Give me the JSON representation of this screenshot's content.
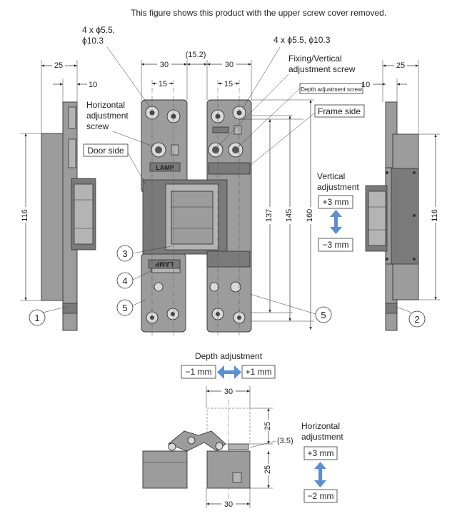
{
  "header": {
    "note": "This figure shows this product with the upper screw cover removed."
  },
  "callouts": {
    "holes_left_line1": "4 x ϕ5.5,",
    "holes_left_line2": "ϕ10.3",
    "holes_right": "4 x ϕ5.5, ϕ10.3",
    "fixing_line1": "Fixing/Vertical",
    "fixing_line2": "adjustment screw",
    "depth_screw": "Depth adjustment screw",
    "horiz_screw_line1": "Horizontal",
    "horiz_screw_line2": "adjustment",
    "horiz_screw_line3": "screw",
    "door_side": "Door side",
    "frame_side": "Frame side",
    "vertical_line1": "Vertical",
    "vertical_line2": "adjustment",
    "vertical_plus": "+3 mm",
    "vertical_minus": "−3 mm"
  },
  "dimensions": {
    "d25_left": "25",
    "d10_left": "10",
    "d116_left": "116",
    "d30_top_left": "30",
    "d15_left": "15",
    "d15_2": "(15.2)",
    "d30_top_right": "30",
    "d15_right": "15",
    "d137": "137",
    "d145": "145",
    "d160": "160",
    "d25_right": "25",
    "d10_right": "10",
    "d116_right": "116",
    "d30_bottom_top": "30",
    "d25_bottom_upper": "25",
    "d3_5": "(3.5)",
    "d25_bottom_lower": "25",
    "d30_bottom_bottom": "30"
  },
  "parts": {
    "p1": "1",
    "p2": "2",
    "p3": "3",
    "p4": "4",
    "p5a": "5",
    "p5b": "5"
  },
  "brand": {
    "mark": "LAMP",
    "mark_rot": "LAMP"
  },
  "depth": {
    "title": "Depth adjustment",
    "minus": "−1 mm",
    "plus": "+1 mm"
  },
  "horizontal": {
    "line1": "Horizontal",
    "line2": "adjustment",
    "plus": "+3 mm",
    "minus": "−2 mm"
  },
  "colors": {
    "body": "#9c9c9c",
    "arrow": "#5b8fcf"
  }
}
